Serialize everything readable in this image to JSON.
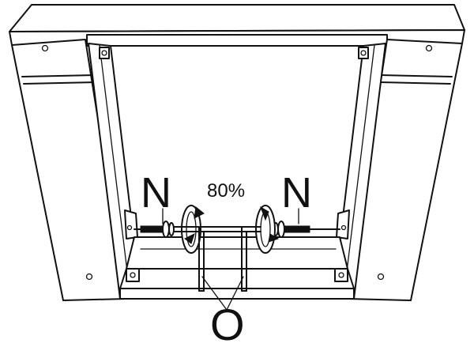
{
  "labels": {
    "screw_left": "N",
    "screw_right": "N",
    "torque_setting": "80%",
    "tool": "O"
  }
}
